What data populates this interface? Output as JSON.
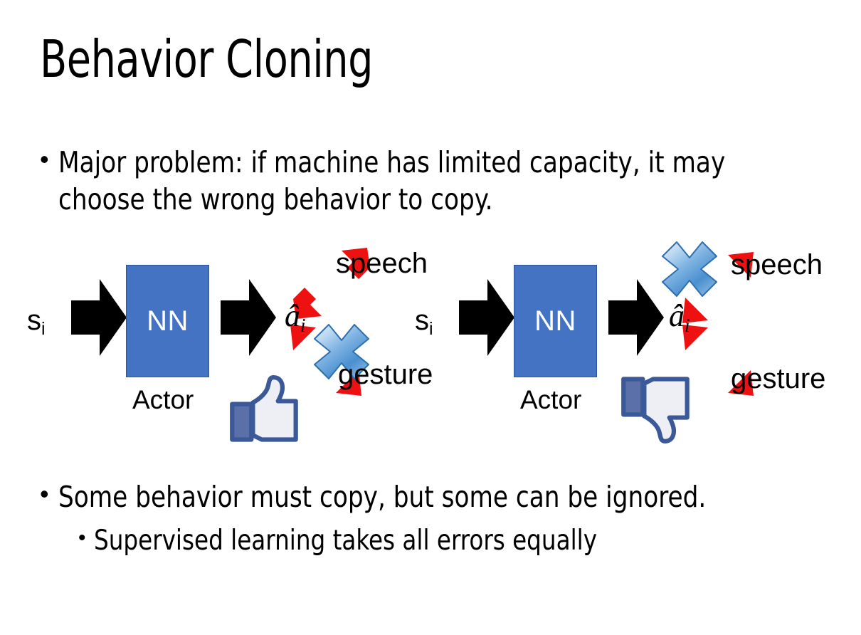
{
  "slide": {
    "title": "Behavior Cloning",
    "background_color": "#FFFFFF"
  },
  "bullets": {
    "main": {
      "marker": "•",
      "text": "Major problem: if machine has limited capacity, it may choose the wrong behavior to copy."
    },
    "some": {
      "marker": "•",
      "text": "Some behavior must copy, but some can be ignored."
    },
    "sub": {
      "marker": "•",
      "text": "Supervised learning takes all errors equally"
    }
  },
  "colors": {
    "nn_fill": "#4473C4",
    "nn_border": "#2E5597",
    "nn_text": "#FFFFFF",
    "arrow_black": "#000000",
    "arrow_red": "#EE1111",
    "x_blue_light": "#CFE2F7",
    "x_blue_mid": "#6FA8DC",
    "x_blue_dark": "#2E74B5",
    "x_border": "#2E5597",
    "thumb_outline": "#3B5998",
    "thumb_cuff": "#5B6FA8",
    "thumb_fill": "#EDEFF4",
    "text_black": "#000000"
  },
  "diagrams": [
    {
      "id": "left",
      "state_label": {
        "symbol": "s",
        "subscript": "i"
      },
      "network": {
        "label": "NN",
        "caption": "Actor"
      },
      "action_label": {
        "symbol": "â",
        "subscript": "i"
      },
      "outcomes": [
        {
          "name": "speech",
          "label": "speech",
          "crossed_out": false
        },
        {
          "name": "gesture",
          "label": "gesture",
          "crossed_out": true
        }
      ],
      "feedback": {
        "icon": "thumbs-up-icon",
        "value": "positive"
      }
    },
    {
      "id": "right",
      "state_label": {
        "symbol": "s",
        "subscript": "i"
      },
      "network": {
        "label": "NN",
        "caption": "Actor"
      },
      "action_label": {
        "symbol": "â",
        "subscript": "i"
      },
      "outcomes": [
        {
          "name": "speech",
          "label": "speech",
          "crossed_out": true
        },
        {
          "name": "gesture",
          "label": "gesture",
          "crossed_out": false
        }
      ],
      "feedback": {
        "icon": "thumbs-down-icon",
        "value": "negative"
      }
    }
  ]
}
